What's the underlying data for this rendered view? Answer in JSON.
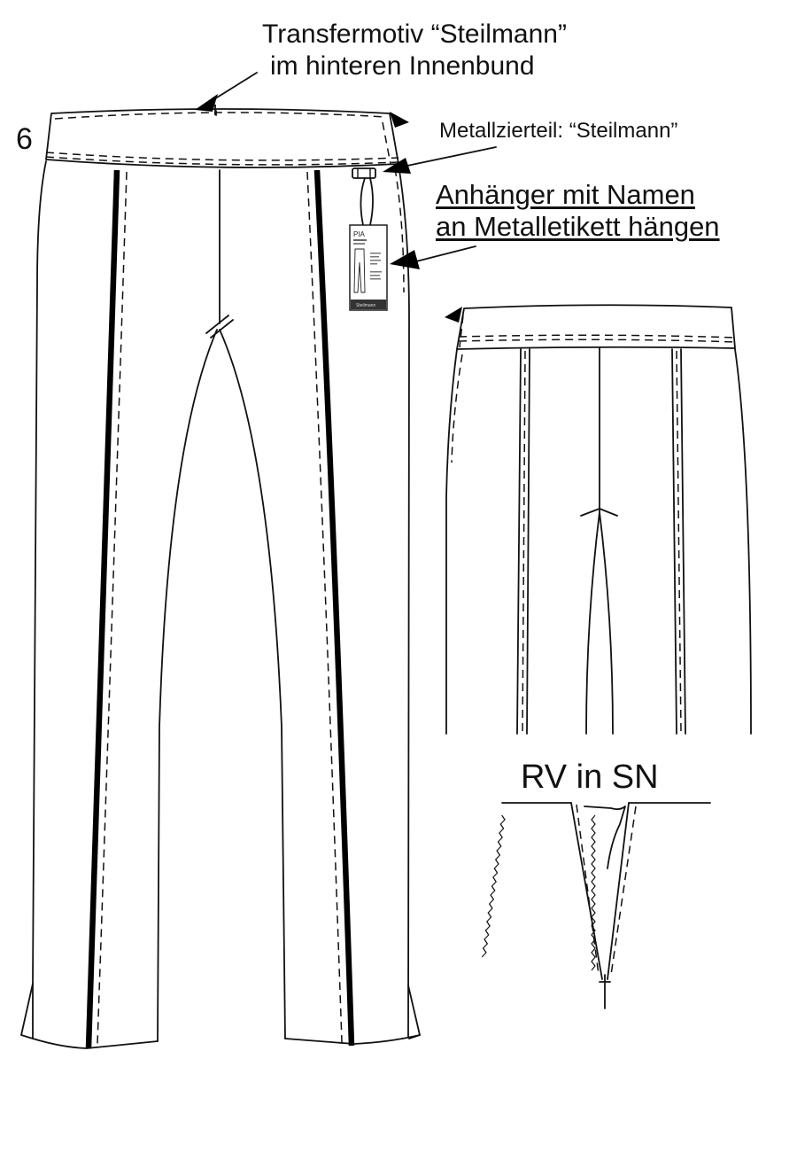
{
  "figure_number": "6",
  "annotations": {
    "transfer_line1": "Transfermotiv “Steilmann”",
    "transfer_line2": "im hinteren Innenbund",
    "metal_part": "Metallzierteil: “Steilmann”",
    "hangtag_line1": "Anhänger mit Namen",
    "hangtag_line2": "an Metalletikett hängen",
    "zipper_detail": "RV in SN"
  },
  "hangtag": {
    "name": "PIA",
    "footer": "Steilmann"
  },
  "colors": {
    "line": "#111111",
    "stripe": "#000000",
    "background": "#ffffff"
  }
}
